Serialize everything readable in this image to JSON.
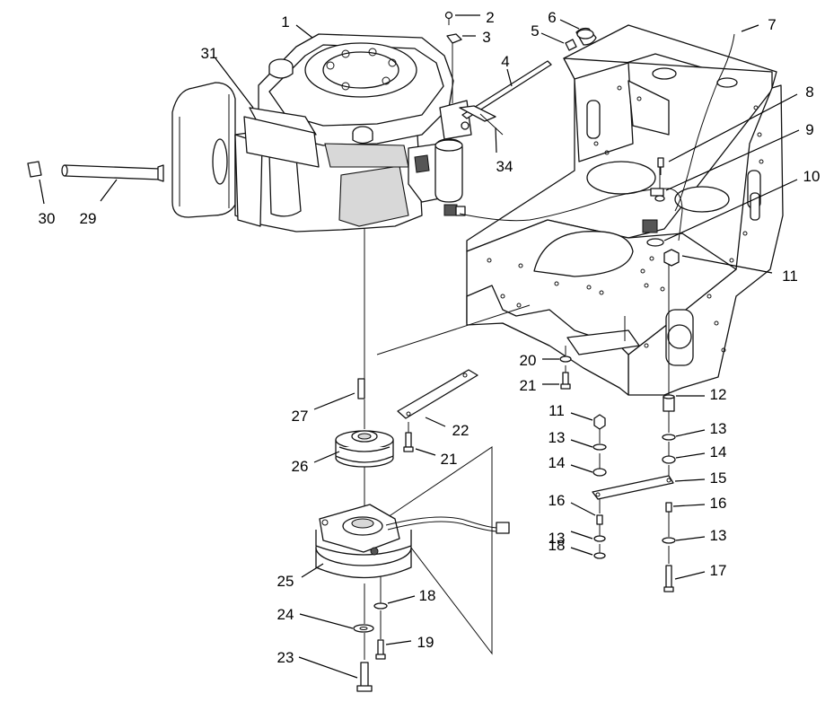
{
  "diagram": {
    "callouts": [
      {
        "id": "c1",
        "num": "1"
      },
      {
        "id": "c2",
        "num": "2"
      },
      {
        "id": "c3",
        "num": "3"
      },
      {
        "id": "c4",
        "num": "4"
      },
      {
        "id": "c5",
        "num": "5"
      },
      {
        "id": "c6",
        "num": "6"
      },
      {
        "id": "c7",
        "num": "7"
      },
      {
        "id": "c8",
        "num": "8"
      },
      {
        "id": "c9",
        "num": "9"
      },
      {
        "id": "c10",
        "num": "10"
      },
      {
        "id": "c11a",
        "num": "11"
      },
      {
        "id": "c11b",
        "num": "11"
      },
      {
        "id": "c12",
        "num": "12"
      },
      {
        "id": "c13a",
        "num": "13"
      },
      {
        "id": "c13b",
        "num": "13"
      },
      {
        "id": "c13c",
        "num": "13"
      },
      {
        "id": "c13d",
        "num": "13"
      },
      {
        "id": "c14a",
        "num": "14"
      },
      {
        "id": "c14b",
        "num": "14"
      },
      {
        "id": "c15",
        "num": "15"
      },
      {
        "id": "c16a",
        "num": "16"
      },
      {
        "id": "c16b",
        "num": "16"
      },
      {
        "id": "c17",
        "num": "17"
      },
      {
        "id": "c18a",
        "num": "18"
      },
      {
        "id": "c18b",
        "num": "18"
      },
      {
        "id": "c19",
        "num": "19"
      },
      {
        "id": "c20",
        "num": "20"
      },
      {
        "id": "c21a",
        "num": "21"
      },
      {
        "id": "c21b",
        "num": "21"
      },
      {
        "id": "c22",
        "num": "22"
      },
      {
        "id": "c23",
        "num": "23"
      },
      {
        "id": "c24",
        "num": "24"
      },
      {
        "id": "c25",
        "num": "25"
      },
      {
        "id": "c26",
        "num": "26"
      },
      {
        "id": "c27",
        "num": "27"
      },
      {
        "id": "c29",
        "num": "29"
      },
      {
        "id": "c30",
        "num": "30"
      },
      {
        "id": "c31",
        "num": "31"
      },
      {
        "id": "c34",
        "num": "34"
      }
    ]
  }
}
